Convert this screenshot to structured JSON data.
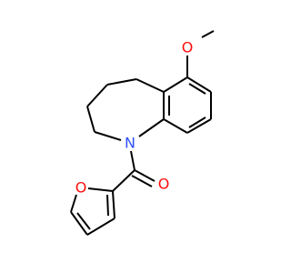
{
  "molecule": {
    "atoms": {
      "ether_oxygen": {
        "label": "O",
        "color": "#ff0d0d"
      },
      "ring_nitrogen": {
        "label": "N",
        "color": "#3050f8"
      },
      "carbonyl_oxygen": {
        "label": "O",
        "color": "#ff0d0d"
      },
      "furan_oxygen": {
        "label": "O",
        "color": "#ff0d0d"
      }
    },
    "bond_color": "#000000",
    "background": "#ffffff"
  }
}
